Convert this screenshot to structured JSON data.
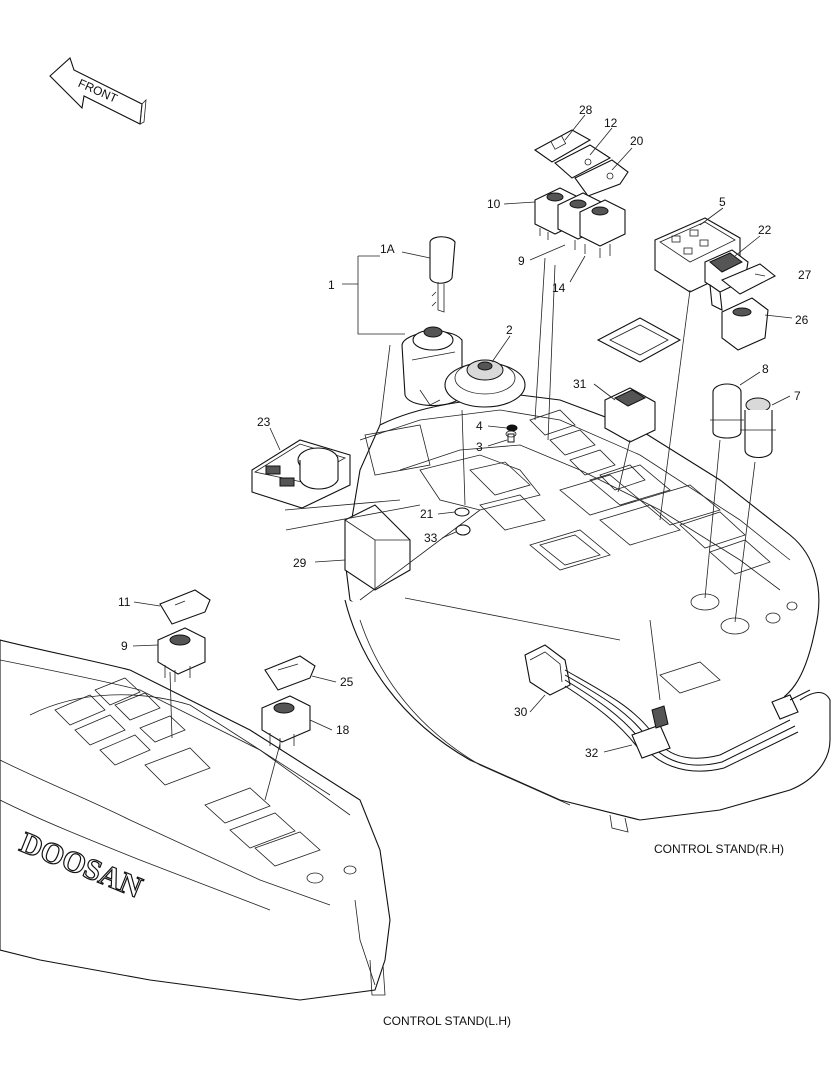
{
  "direction_arrow": {
    "label": "FRONT"
  },
  "brand": {
    "logo": "DOOSAN"
  },
  "captions": {
    "right": "CONTROL STAND(R.H)",
    "left": "CONTROL STAND(L.H)"
  },
  "parts": [
    {
      "id": "p28",
      "label": "28"
    },
    {
      "id": "p12",
      "label": "12"
    },
    {
      "id": "p20",
      "label": "20"
    },
    {
      "id": "p10",
      "label": "10"
    },
    {
      "id": "p9a",
      "label": "9"
    },
    {
      "id": "p14",
      "label": "14"
    },
    {
      "id": "p5",
      "label": "5"
    },
    {
      "id": "p22",
      "label": "22"
    },
    {
      "id": "p27",
      "label": "27"
    },
    {
      "id": "p26",
      "label": "26"
    },
    {
      "id": "p1A",
      "label": "1A"
    },
    {
      "id": "p1",
      "label": "1"
    },
    {
      "id": "p2",
      "label": "2"
    },
    {
      "id": "p31",
      "label": "31"
    },
    {
      "id": "p8",
      "label": "8"
    },
    {
      "id": "p7",
      "label": "7"
    },
    {
      "id": "p4",
      "label": "4"
    },
    {
      "id": "p3",
      "label": "3"
    },
    {
      "id": "p23",
      "label": "23"
    },
    {
      "id": "p21",
      "label": "21"
    },
    {
      "id": "p33",
      "label": "33"
    },
    {
      "id": "p29",
      "label": "29"
    },
    {
      "id": "p11",
      "label": "11"
    },
    {
      "id": "p9b",
      "label": "9"
    },
    {
      "id": "p25",
      "label": "25"
    },
    {
      "id": "p18",
      "label": "18"
    },
    {
      "id": "p30",
      "label": "30"
    },
    {
      "id": "p32",
      "label": "32"
    }
  ]
}
